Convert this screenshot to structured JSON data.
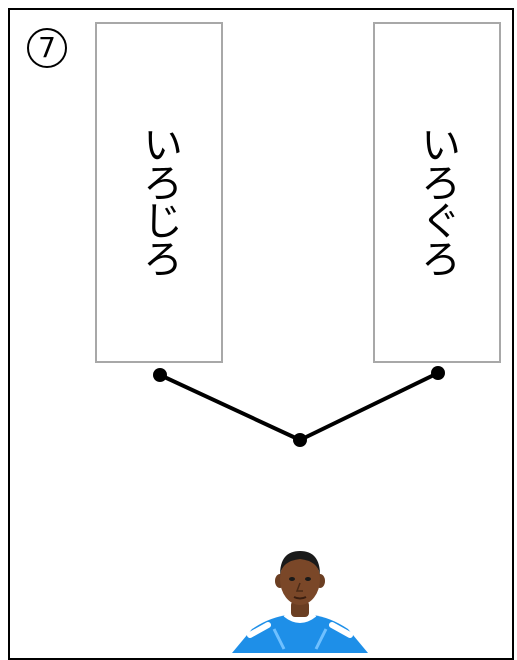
{
  "question_number": "7",
  "choices": [
    {
      "text": "いろじろ"
    },
    {
      "text": "いろぐろ"
    }
  ],
  "icons": {
    "connector": "branch-connector-icon",
    "person": "boy-avatar-icon"
  },
  "colors": {
    "frame": "#000000",
    "card_border": "#a8a8a8",
    "shirt": "#1e8fe8",
    "skin": "#6b3e22"
  }
}
